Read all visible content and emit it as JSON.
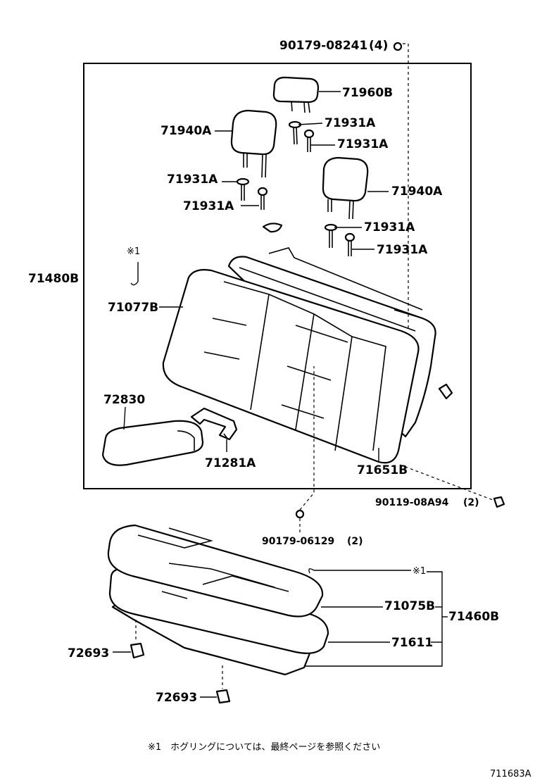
{
  "parts": {
    "p_90179_08241": "90179-08241",
    "p_90179_08241_qty": "(4)",
    "p_71960B": "71960B",
    "p_71940A_left": "71940A",
    "p_71940A_right": "71940A",
    "p_71931A_1": "71931A",
    "p_71931A_2": "71931A",
    "p_71931A_3": "71931A",
    "p_71931A_4": "71931A",
    "p_71931A_5": "71931A",
    "p_71931A_6": "71931A",
    "p_71480B": "71480B",
    "p_71077B": "71077B",
    "p_72830": "72830",
    "p_71281A": "71281A",
    "p_71651B": "71651B",
    "p_90119_08A94": "90119-08A94",
    "p_90119_08A94_qty": "(2)",
    "p_90179_06129": "90179-06129",
    "p_90179_06129_qty": "(2)",
    "p_71075B": "71075B",
    "p_71460B": "71460B",
    "p_71611": "71611",
    "p_72693_1": "72693",
    "p_72693_2": "72693"
  },
  "ref_mark_1": "※1",
  "ref_mark_2": "※1",
  "footnote": "※1　ホグリングについては、最終ページを参照ください",
  "diagram_id": "711683A"
}
